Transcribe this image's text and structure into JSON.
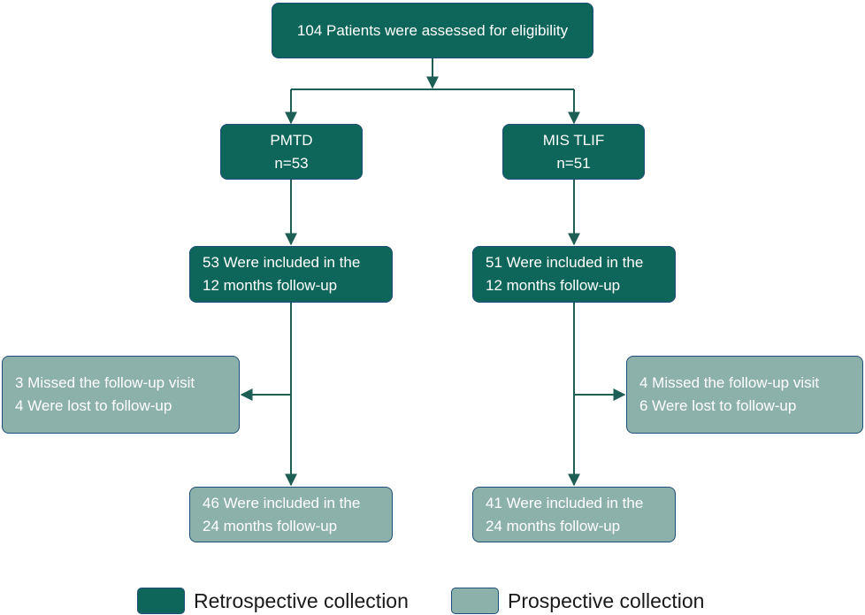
{
  "colors": {
    "retrospective": "#0e6559",
    "prospective": "#8cb1aa",
    "connector": "#1d5e55",
    "border": "#1f4e79"
  },
  "top": {
    "line1": "104 Patients were assessed for eligibility"
  },
  "pmtd": {
    "group": {
      "line1": "PMTD",
      "line2": "n=53"
    },
    "included12": {
      "line1": "53 Were included in the",
      "line2": "12 months follow-up"
    },
    "excluded": {
      "line1": "3 Missed the follow-up visit",
      "line2": "4 Were lost to follow-up"
    },
    "included24": {
      "line1": "46 Were included in the",
      "line2": "24 months follow-up"
    }
  },
  "mistlif": {
    "group": {
      "line1": "MIS TLIF",
      "line2": "n=51"
    },
    "included12": {
      "line1": "51 Were included in the",
      "line2": "12 months follow-up"
    },
    "excluded": {
      "line1": "4 Missed the follow-up visit",
      "line2": "6 Were lost to follow-up"
    },
    "included24": {
      "line1": "41 Were included in the",
      "line2": "24 months follow-up"
    }
  },
  "legend": {
    "retrospective": "Retrospective collection",
    "prospective": "Prospective collection"
  }
}
